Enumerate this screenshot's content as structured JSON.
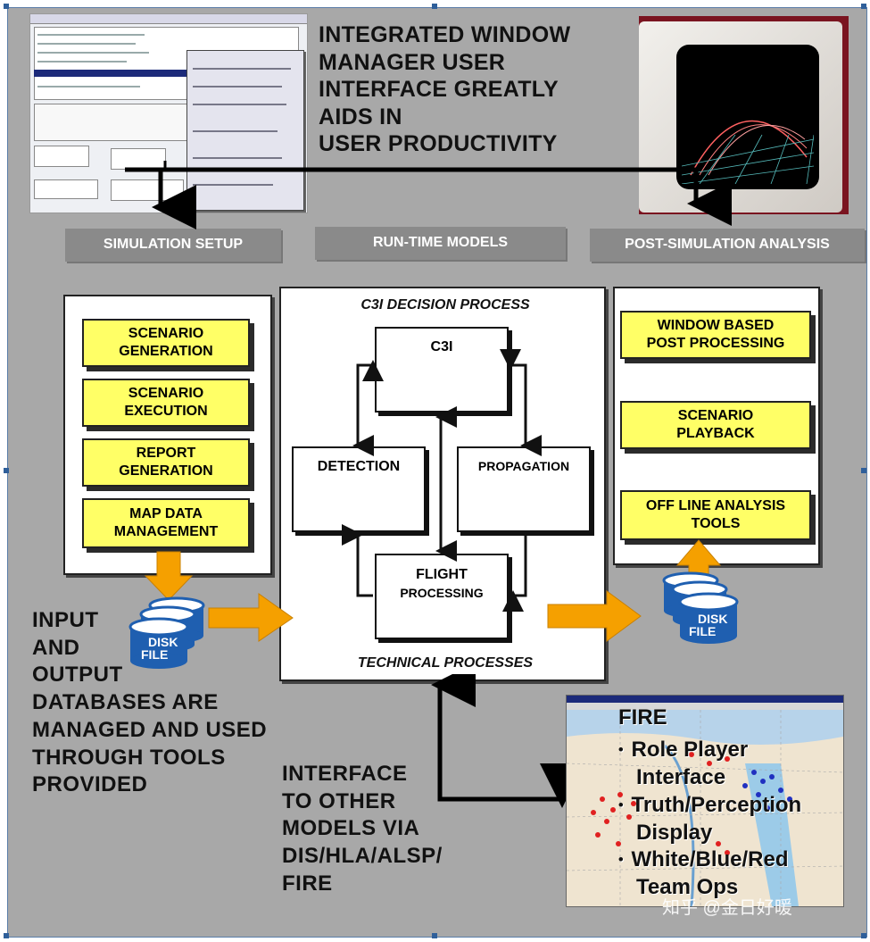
{
  "headline": [
    "INTEGRATED WINDOW",
    "MANAGER USER",
    "INTERFACE GREATLY",
    "AIDS IN",
    "USER PRODUCTIVITY"
  ],
  "bands": {
    "setup": "SIMULATION SETUP",
    "runtime": "RUN-TIME MODELS",
    "post": "POST-SIMULATION ANALYSIS"
  },
  "setup_boxes": [
    [
      "SCENARIO",
      "GENERATION"
    ],
    [
      "SCENARIO",
      "EXECUTION"
    ],
    [
      "REPORT",
      "GENERATION"
    ],
    [
      "MAP DATA",
      "MANAGEMENT"
    ]
  ],
  "runtime_panel": {
    "top_label": "C3I DECISION PROCESS",
    "bottom_label": "TECHNICAL PROCESSES",
    "c3i": "C3I",
    "detection": "DETECTION",
    "propagation": "PROPAGATION",
    "flight": [
      "FLIGHT",
      "PROCESSING"
    ]
  },
  "post_boxes": [
    [
      "WINDOW BASED",
      "POST PROCESSING"
    ],
    [
      "SCENARIO",
      "PLAYBACK"
    ],
    [
      "OFF LINE ANALYSIS",
      "TOOLS"
    ]
  ],
  "disk_label": [
    "DISK",
    "FILE"
  ],
  "databases_text": [
    "INPUT",
    "AND",
    "OUTPUT",
    "DATABASES ARE",
    "MANAGED AND USED",
    "THROUGH TOOLS",
    "PROVIDED"
  ],
  "interface_text": [
    "INTERFACE",
    "TO OTHER",
    "MODELS VIA",
    "DIS/HLA/ALSP/",
    "FIRE"
  ],
  "fire_panel": {
    "title": "FIRE",
    "bullets": [
      [
        "Role Player",
        "Interface"
      ],
      [
        "Truth/Perception",
        "Display"
      ],
      [
        "White/Blue/Red",
        "Team Ops"
      ]
    ]
  },
  "watermark": "知乎 @金日好暖",
  "colors": {
    "slide_bg": "#a8a8a8",
    "band_bg": "#8a8a8a",
    "yellow_box": "#ffff66",
    "orange_arrow": "#f5a000",
    "disk_blue": "#1f5fb0"
  }
}
